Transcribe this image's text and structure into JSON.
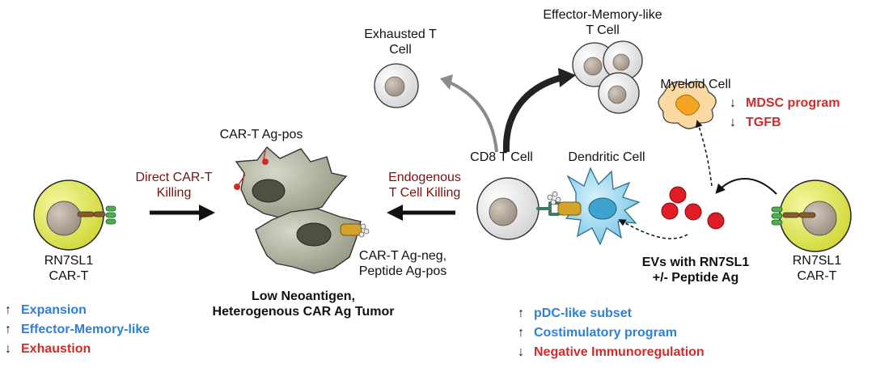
{
  "labels": {
    "exhausted": [
      "Exhausted T",
      "Cell"
    ],
    "effector": [
      "Effector-Memory-like",
      "T Cell"
    ],
    "myeloid": "Myeloid Cell",
    "car_t_pos": "CAR-T Ag-pos",
    "direct": [
      "Direct CAR-T",
      "Killing"
    ],
    "endogenous": [
      "Endogenous",
      "T Cell Killing"
    ],
    "cd8": "CD8 T Cell",
    "dendritic": "Dendritic Cell",
    "rn7sl1_left": [
      "RN7SL1",
      "CAR-T"
    ],
    "rn7sl1_right": [
      "RN7SL1",
      "CAR-T"
    ],
    "car_t_neg": [
      "CAR-T Ag-neg,",
      "Peptide Ag-pos"
    ],
    "tumor": [
      "Low Neoantigen,",
      "Heterogenous CAR Ag Tumor"
    ],
    "evs": [
      "EVs with RN7SL1",
      "+/- Peptide Ag"
    ]
  },
  "indicators": {
    "left": [
      {
        "dir": "up",
        "text": "Expansion",
        "color": "#2f7fd6"
      },
      {
        "dir": "up",
        "text": "Effector-Memory-like",
        "color": "#2f7fd6"
      },
      {
        "dir": "down",
        "text": "Exhaustion",
        "color": "#d22b2b"
      }
    ],
    "myeloid": [
      {
        "dir": "down",
        "text": "MDSC program",
        "color": "#d22b2b"
      },
      {
        "dir": "down",
        "text": "TGFB",
        "color": "#d22b2b"
      }
    ],
    "bottom": [
      {
        "dir": "up",
        "text": "pDC-like subset",
        "color": "#2f7fd6"
      },
      {
        "dir": "up",
        "text": "Costimulatory program",
        "color": "#2f7fd6"
      },
      {
        "dir": "down",
        "text": "Negative Immunoregulation",
        "color": "#d22b2b"
      }
    ]
  },
  "colors": {
    "car_t_body": "#e5ec5a",
    "nucleus": "#b3a79a",
    "tcell_body": "#e6e6e6",
    "tumor_cell": "#a7aa95",
    "dendritic": "#8fd0ea",
    "myeloid": "#fbd9a2",
    "ev": "#e01c24",
    "receptor_green": "#4caf50",
    "peptide_gold": "#d4a42a"
  }
}
